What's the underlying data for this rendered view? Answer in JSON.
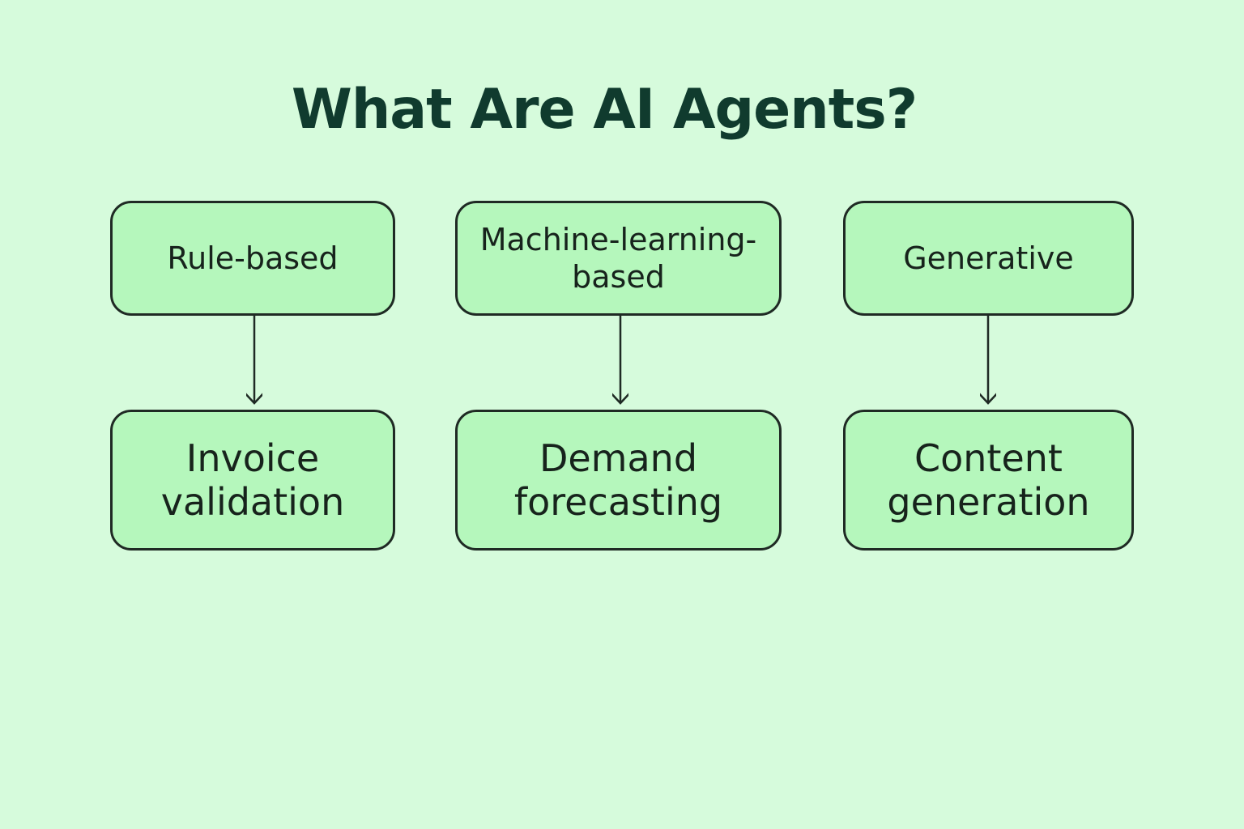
{
  "title": "What Are AI Agents?",
  "columns": [
    {
      "category": "Rule-based",
      "example": "Invoice validation"
    },
    {
      "category": "Machine-learning-based",
      "example": "Demand forecasting"
    },
    {
      "category": "Generative",
      "example": "Content generation"
    }
  ],
  "colors": {
    "background": "#d6fbdc",
    "box_fill": "#b5f7bc",
    "box_border": "#1f2a24",
    "title": "#103b2e"
  }
}
